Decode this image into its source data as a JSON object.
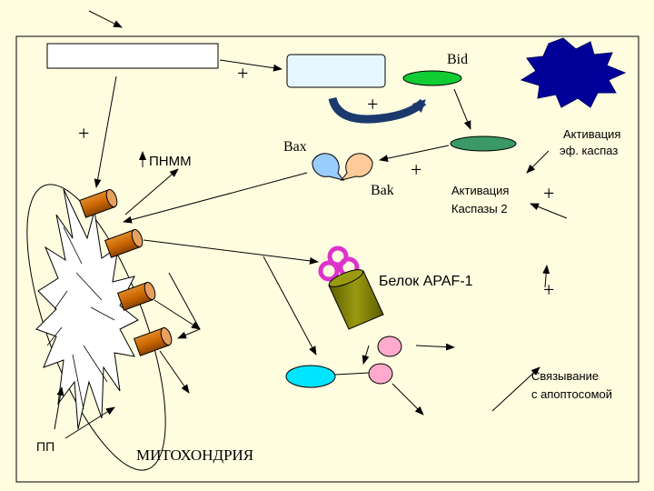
{
  "labels": {
    "bid": "Bid",
    "bax": "Bax",
    "bak": "Bak",
    "pnmm": "ПНММ",
    "effector_activation_line1": "Активация",
    "effector_activation_line2": "эф. каспаз",
    "caspase2_line1": "Активация",
    "caspase2_line2": "Каспазы 2",
    "apaf": "Белок APAF-1",
    "binding_line1": "Связывание",
    "binding_line2": "с апоптосомой",
    "pp": "ПП",
    "mitochondria": "МИТОХОНДРИЯ"
  },
  "plus_sign": "+",
  "colors": {
    "background": "#fffde0",
    "bid_cell": "#e6f7ff",
    "bid_oval": "#11cc33",
    "tbid_oval": "#3a9966",
    "star": "#000099",
    "curved_arrow": "#1a3a6e",
    "bax": "#99ccff",
    "bak": "#ffcc99",
    "channel": "#cc6600",
    "apaf_ring": "#dd33cc",
    "apaf_body": "#808000",
    "pink": "#ffaacc",
    "cyan": "#00e5ff"
  }
}
